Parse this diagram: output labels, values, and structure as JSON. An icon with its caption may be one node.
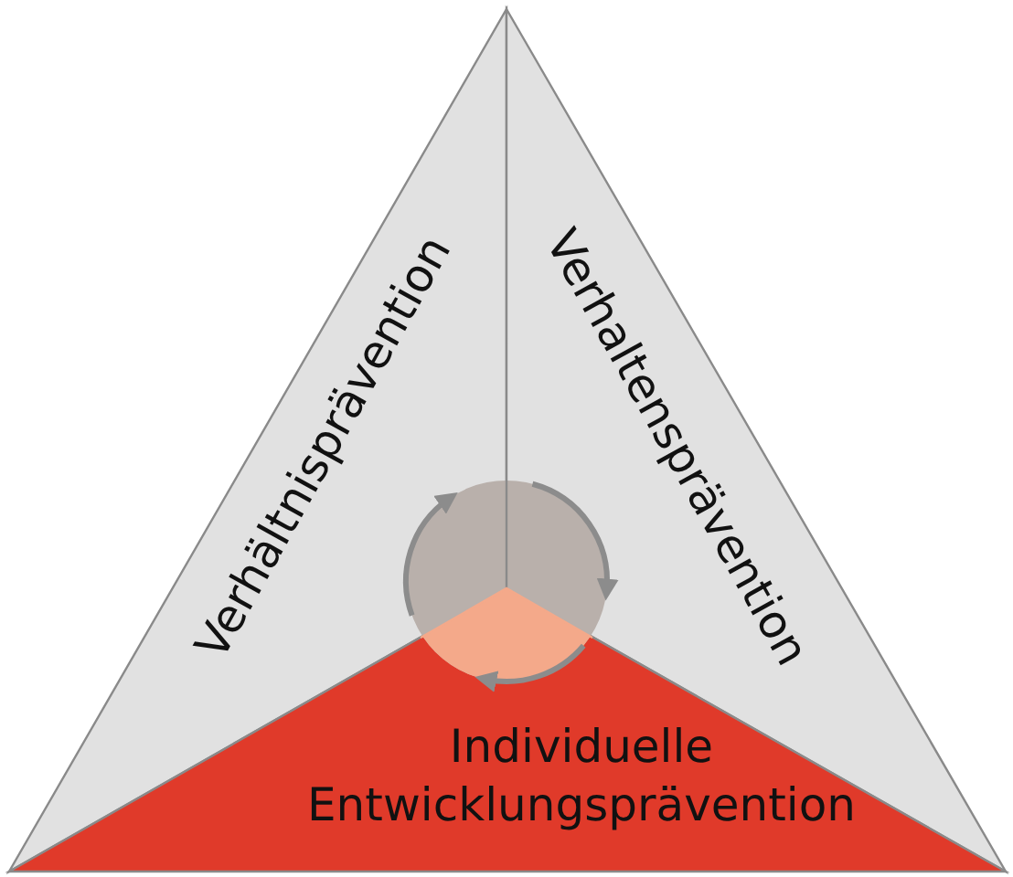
{
  "diagram": {
    "nodes": [
      {
        "text": [
          "Verhältnisprävention"
        ]
      },
      {
        "text": [
          "Verhaltensprävention"
        ]
      },
      {
        "text": [
          "Individuelle Entwicklungsprävention"
        ]
      },
      {
        "text": [],
        "shape": "circle"
      }
    ]
  }
}
